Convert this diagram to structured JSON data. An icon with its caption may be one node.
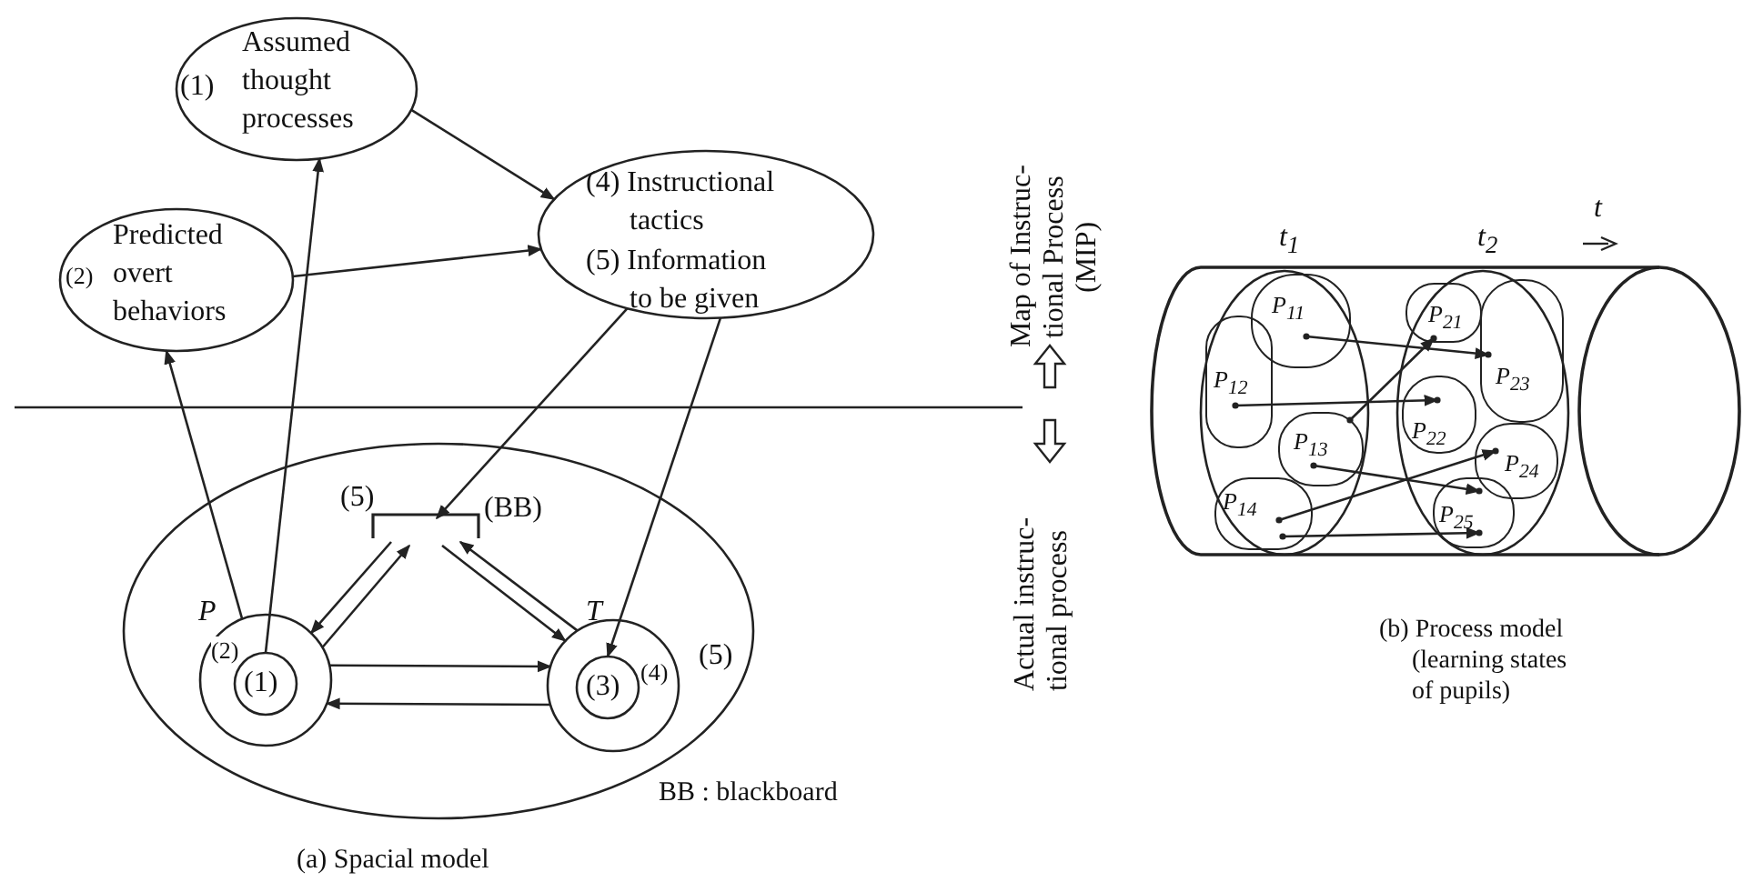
{
  "diagram": {
    "nodes": [
      {
        "text": [
          "(1)",
          "Assumed thought processes"
        ]
      },
      {
        "text": [
          "(2)",
          "Predicted overt behaviors"
        ]
      },
      {
        "text": [
          "(4) Instructional tactics",
          "(5) Information to be given"
        ]
      },
      {
        "text": [
          "(5)"
        ]
      },
      {
        "text": [
          "(5)",
          "(BB)"
        ],
        "in": 3
      },
      {
        "text": [
          "P",
          "(2)"
        ],
        "in": 3
      },
      {
        "text": [
          "(1)"
        ],
        "in": 5
      },
      {
        "text": [
          "T",
          "(4)"
        ],
        "in": 3
      },
      {
        "text": [
          "(3)"
        ],
        "in": 7
      },
      {
        "text": [],
        "shape": "cylinder"
      },
      {
        "text": [
          "t$_{1}$"
        ],
        "in": 9
      },
      {
        "text": [
          "t$_{2}$"
        ],
        "in": 9
      },
      {
        "text": [
          "P$_{11}$"
        ],
        "in": 10
      },
      {
        "text": [
          "P$_{12}$"
        ],
        "in": 10
      },
      {
        "text": [
          "P$_{13}$"
        ],
        "in": 10
      },
      {
        "text": [
          "P$_{14}$"
        ],
        "in": 10
      },
      {
        "text": [
          "P$_{21}$"
        ],
        "in": 11
      },
      {
        "text": [
          "P$_{22}$"
        ],
        "in": 11
      },
      {
        "text": [
          "P$_{23}$"
        ],
        "in": 11
      },
      {
        "text": [
          "P$_{24}$"
        ],
        "in": 11
      },
      {
        "text": [
          "P$_{25}$"
        ],
        "in": 11
      }
    ],
    "edges": [
      {
        "from": 5,
        "to": 1,
        "arrow": "to"
      },
      {
        "from": 6,
        "to": 0,
        "arrow": "to"
      },
      {
        "from": 0,
        "to": 2,
        "arrow": "to"
      },
      {
        "from": 1,
        "to": 2,
        "arrow": "to"
      },
      {
        "from": 2,
        "to": 4,
        "arrow": "to"
      },
      {
        "from": 2,
        "to": 8,
        "arrow": "to"
      },
      {
        "from": 4,
        "to": 5,
        "arrow": "to"
      },
      {
        "from": 5,
        "to": 4,
        "arrow": "to"
      },
      {
        "from": 4,
        "to": 7,
        "arrow": "to"
      },
      {
        "from": 7,
        "to": 4,
        "arrow": "to"
      },
      {
        "from": 5,
        "to": 7,
        "arrow": "to"
      },
      {
        "from": 7,
        "to": 5,
        "arrow": "to"
      },
      {
        "from": 12,
        "to": 18,
        "arrow": "to"
      },
      {
        "from": 14,
        "to": 16,
        "arrow": "to"
      },
      {
        "from": 13,
        "to": 17,
        "arrow": "to"
      },
      {
        "from": 14,
        "to": 20,
        "arrow": "to"
      },
      {
        "from": 15,
        "to": 19,
        "arrow": "to"
      },
      {
        "from": 15,
        "to": 20,
        "arrow": "to"
      }
    ],
    "labels": [
      "Map of Instruc- tional Process (MIP)",
      "Actual instruc- tional process",
      "BB : blackboard",
      "(a) Spacial model",
      "t",
      "(b) Process model (learning states of pupils)"
    ]
  }
}
